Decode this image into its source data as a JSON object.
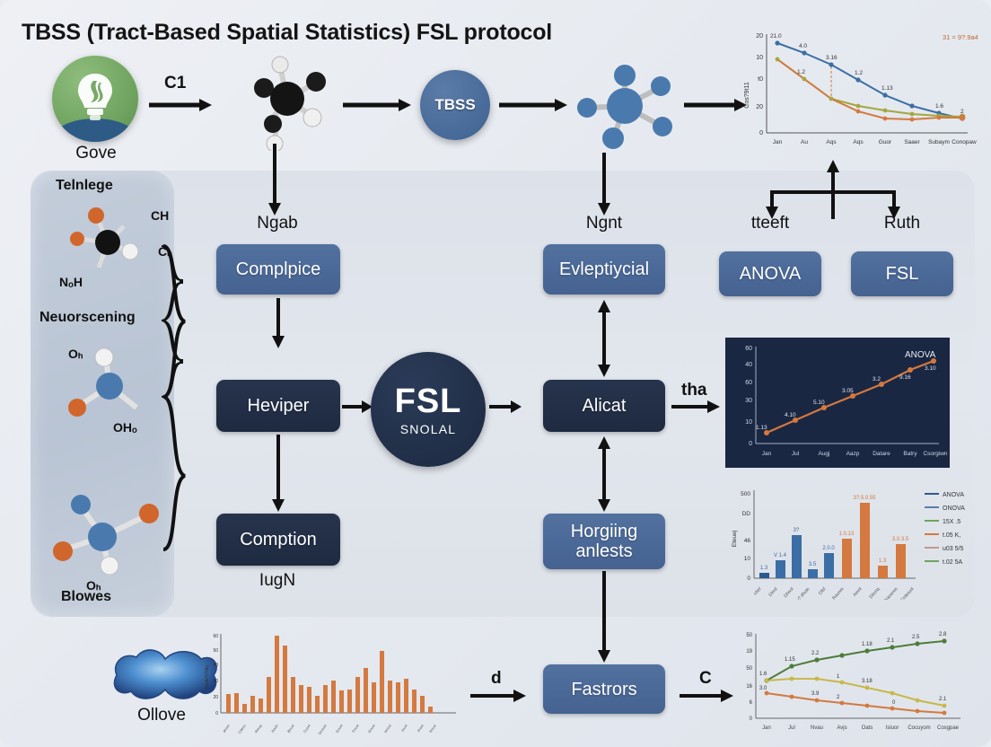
{
  "title": "TBSS (Tract-Based Spatial Statistics) FSL protocol",
  "top_row": {
    "logo_label": "Gove",
    "arrow1_label": "C1",
    "tbss_label": "TBSS"
  },
  "sidebar": {
    "top_label": "Telnlege",
    "mid_label": "Neuorscening",
    "bottom_label": "Blowes",
    "molecule1_atoms": [
      "CH",
      "Cₕ",
      "NₒH"
    ],
    "molecule2_atoms": [
      "Oₕ",
      "OHₒ"
    ],
    "molecule3_atoms": [
      "Oₕ"
    ]
  },
  "columns": {
    "col1_top_caption": "Ngab",
    "col1_bottom_caption": "IugN",
    "col2_top_caption": "Ngnt",
    "col3_caption": "tteeft",
    "col4_caption": "Ruth"
  },
  "nodes": {
    "complpice": "Complpice",
    "heviper": "Heviper",
    "comption": "Comption",
    "fsl_main": "FSL",
    "fsl_sub": "SNOLAL",
    "evleptiycial": "Evleptiycial",
    "alicat": "Alicat",
    "horgiing": "Horgiing anlests",
    "anova": "ANOVA",
    "fsl": "FSL",
    "fastrors": "Fastrors"
  },
  "arrow_labels": {
    "tha": "tha",
    "d": "d",
    "c": "C"
  },
  "bottom_row": {
    "blob_label": "Ollove"
  },
  "colors": {
    "blue_node": "#45689c",
    "navy_node": "#1e2a40",
    "accent_orange": "#d4793f",
    "accent_green": "#6fa35f",
    "panel_bg": "#dde2ea",
    "page_bg": "#e6eaf0",
    "dark_chart_bg": "#1a2742"
  },
  "chart_data": [
    {
      "id": "chart-top-right",
      "type": "line",
      "title": "",
      "annotation": "31 = 9?.9a4",
      "xlabel": "",
      "ylabel": "Cos?9t11",
      "categories": [
        "Jan",
        "Au",
        "Aqs",
        "Aqs",
        "Guor",
        "Saaer",
        "Subaym",
        "Conopaw"
      ],
      "ylim": [
        0,
        20
      ],
      "yticks": [
        0,
        20,
        40,
        60,
        80,
        100
      ],
      "ytick_labels": [
        "0",
        "20",
        "40",
        "60",
        "10",
        "20"
      ],
      "grid": false,
      "series": [
        {
          "name": "blue",
          "color": "#3b6ea5",
          "values": [
            93,
            84,
            73,
            57,
            41,
            30,
            24,
            18
          ],
          "labels": [
            "21.0",
            "4.0",
            "3.16",
            "1.2",
            "1.13",
            "",
            "1.6",
            "2"
          ]
        },
        {
          "name": "olive",
          "color": "#a3a83e",
          "values": [
            76,
            52,
            30,
            22,
            17,
            14,
            12,
            11
          ],
          "labels": [
            "",
            "1.2",
            "",
            "",
            "",
            "",
            "",
            ""
          ]
        },
        {
          "name": "orange",
          "color": "#d4793f",
          "values": [
            76,
            52,
            30,
            17,
            11,
            10,
            11,
            11
          ],
          "labels": [
            "",
            "",
            "",
            "",
            "",
            "",
            "",
            ""
          ]
        }
      ]
    },
    {
      "id": "chart-anova-dark",
      "type": "line",
      "title": "ANOVA",
      "xlabel": "",
      "ylabel": "",
      "categories": [
        "Jan",
        "Jul",
        "Augj",
        "Aazp",
        "Datare",
        "Batry",
        "Csorgiwn"
      ],
      "ylim": [
        0,
        60
      ],
      "ytick_labels": [
        "0",
        "10",
        "20",
        "30",
        "40",
        "50",
        "60"
      ],
      "grid": false,
      "series": [
        {
          "name": "orange",
          "color": "#d4793f",
          "values": [
            8,
            18,
            27,
            36,
            44,
            51,
            57
          ],
          "labels": [
            "1.13",
            "4.10",
            "5.10",
            "3.05",
            "3.2",
            "9.16",
            "3.10"
          ]
        }
      ]
    },
    {
      "id": "chart-bar-legend",
      "type": "bar",
      "title": "",
      "xlabel": "",
      "ylabel": "Eteuej",
      "categories": [
        "chbf",
        "Dinol",
        "Dhnol",
        "v? dhuln",
        "Dlbf",
        "Raunm",
        "Amnl",
        "Ditonq",
        "Draoenm",
        "Crdetunl"
      ],
      "values": [
        5,
        20,
        48,
        8,
        26,
        41,
        100,
        30,
        13,
        38
      ],
      "bar_colors": [
        "#3b6ea5",
        "#3b6ea5",
        "#3b6ea5",
        "#3b6ea5",
        "#3b6ea5",
        "#d4793f",
        "#d4793f",
        "#d4793f",
        "#d4793f",
        "#d4793f"
      ],
      "value_labels": [
        "1.3",
        "V 1.4",
        "3?",
        "3.5",
        "2.0.0",
        "1.0.13",
        "3?.5.0.55",
        "",
        "1.3",
        "3.0.3.5"
      ],
      "ylim": [
        0,
        100
      ],
      "ytick_labels": [
        "0",
        "10",
        "40",
        "60",
        "500"
      ],
      "legend_position": "right",
      "legend": [
        {
          "label": "ANOVA",
          "color": "#2d5a8e"
        },
        {
          "label": "ONOVA",
          "color": "#5b7ca8"
        },
        {
          "label": "15X .5",
          "color": "#6fa35f"
        },
        {
          "label": "t.05 K,",
          "color": "#d4793f"
        },
        {
          "label": "u03 5/5",
          "color": "#c49a8a"
        },
        {
          "label": "t.02 5A",
          "color": "#6fa35f"
        }
      ]
    },
    {
      "id": "chart-bottom-bars",
      "type": "bar",
      "title": "",
      "xlabel": "",
      "ylabel": "Dsde?r?dej",
      "ylim": [
        0,
        60
      ],
      "ytick_labels": [
        "0",
        "10",
        "20",
        "30",
        "40",
        "50",
        "60"
      ],
      "categories": [
        "c1",
        "c2",
        "c3",
        "c4",
        "c5",
        "c6",
        "c7",
        "c8",
        "c9",
        "c10",
        "c11",
        "c12",
        "c13",
        "c14",
        "c15",
        "c16",
        "c17",
        "c18",
        "c19",
        "c20",
        "c21",
        "c22",
        "c23",
        "c24",
        "c25",
        "c26",
        "c27",
        "c28"
      ],
      "values": [
        14,
        15,
        7,
        13,
        11,
        27,
        59,
        51,
        27,
        21,
        20,
        13,
        21,
        25,
        17,
        18,
        27,
        34,
        23,
        47,
        25,
        23,
        26,
        18,
        13,
        5,
        0,
        0
      ],
      "bar_color": "#d4793f"
    },
    {
      "id": "chart-bottom-right-lines",
      "type": "line",
      "title": "",
      "xlabel": "",
      "ylabel": "",
      "categories": [
        "Jan",
        "Jul",
        "Nvau",
        "Avjs",
        "Oats",
        "Isiuor",
        "Cocuyom",
        "Cosgpae"
      ],
      "ylim": [
        0,
        30
      ],
      "ytick_labels": [
        "0",
        "6",
        "16",
        "50",
        "19",
        "50"
      ],
      "grid": false,
      "series": [
        {
          "name": "green",
          "color": "#4d7c3a",
          "values": [
            17,
            23,
            26,
            28,
            30,
            32,
            34,
            36
          ],
          "labels": [
            "1.6",
            "1.15",
            "2.2",
            "",
            "1.18",
            "2.1",
            "2.5",
            "2.8"
          ]
        },
        {
          "name": "yellow",
          "color": "#c8b84a",
          "values": [
            17,
            17,
            17,
            15,
            13,
            11,
            8,
            6
          ],
          "labels": [
            "",
            "",
            "",
            "1",
            "3.18",
            "",
            "",
            "2.1"
          ]
        },
        {
          "name": "orange",
          "color": "#d4793f",
          "values": [
            10,
            9,
            8,
            7,
            6,
            5,
            4,
            3
          ],
          "labels": [
            "3.0",
            "",
            "3.9",
            "",
            "2",
            "",
            "0",
            ""
          ]
        }
      ]
    }
  ]
}
